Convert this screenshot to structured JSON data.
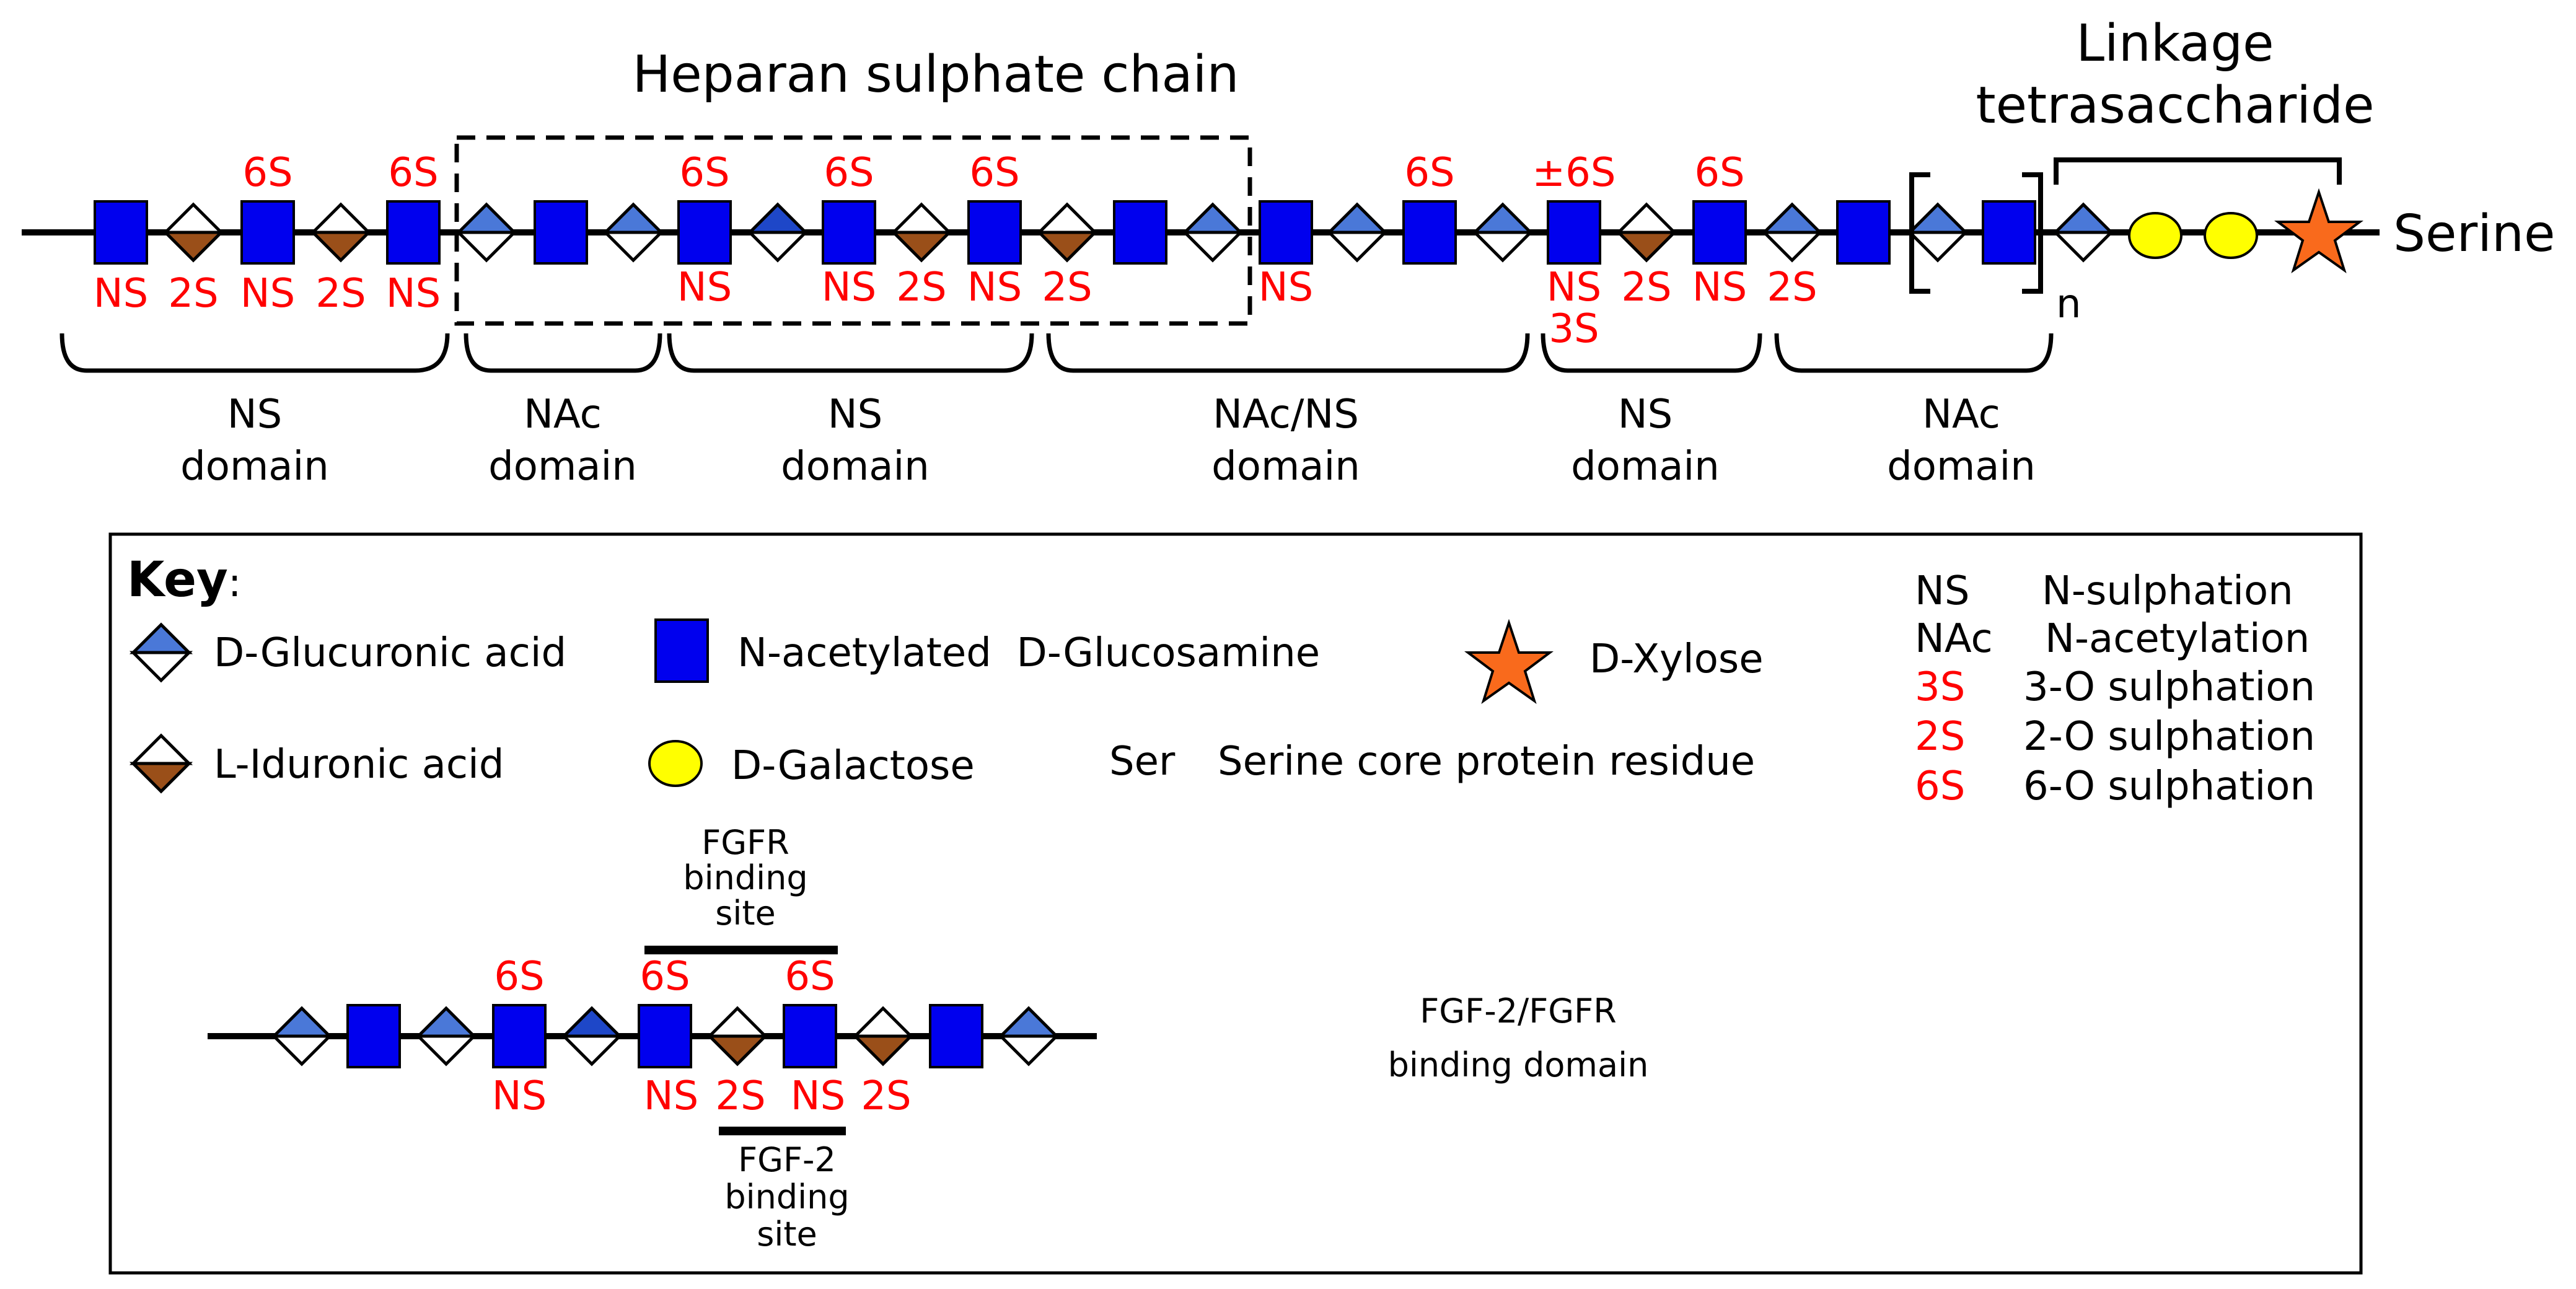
{
  "chain": {
    "title": "Heparan sulphate chain",
    "linkage_line1": "Linkage",
    "linkage_line2": "tetrasaccharide",
    "serine": "Serine",
    "repeat_n": "n"
  },
  "sulph_labels": {
    "s6": "6S",
    "pm6s": "±6S",
    "ns": "NS",
    "s2": "2S",
    "s3": "3S"
  },
  "domains": [
    {
      "line1": "NS",
      "line2": "domain"
    },
    {
      "line1": "NAc",
      "line2": "domain"
    },
    {
      "line1": "NS",
      "line2": "domain"
    },
    {
      "line1": "NAc/NS",
      "line2": "domain"
    },
    {
      "line1": "NS",
      "line2": "domain"
    },
    {
      "line1": "NAc",
      "line2": "domain"
    }
  ],
  "key": {
    "header": "Key",
    "colon": ":",
    "glucuronic": "D-Glucuronic acid",
    "iduronic": "L-Iduronic acid",
    "glucosamine": "N-acetylated  D-Glucosamine",
    "galactose": "D-Galactose",
    "xylose": "D-Xylose",
    "ser_abbr": "Ser",
    "ser_desc": "Serine core protein residue",
    "abbreviations": [
      {
        "abbr": "NS",
        "desc": "N-sulphation",
        "color": "#000000"
      },
      {
        "abbr": "NAc",
        "desc": "N-acetylation",
        "color": "#000000"
      },
      {
        "abbr": "3S",
        "desc": "3-O sulphation",
        "color": "#ff0000"
      },
      {
        "abbr": "2S",
        "desc": "2-O sulphation",
        "color": "#ff0000"
      },
      {
        "abbr": "6S",
        "desc": "6-O sulphation",
        "color": "#ff0000"
      }
    ]
  },
  "binding": {
    "fgfr_line1": "FGFR",
    "fgfr_line2": "binding",
    "fgfr_line3": "site",
    "fgf2_line1": "FGF-2",
    "fgf2_line2": "binding",
    "fgf2_line3": "site",
    "domain_line1": "FGF-2/FGFR",
    "domain_line2": "binding domain"
  },
  "colors": {
    "glucuronic_blue": "#4a78d8",
    "glucosamine_blue": "#0000ee",
    "iduronic_brown": "#9a4f19",
    "galactose_yellow": "#ffff00",
    "xylose_orange": "#f96a1c",
    "sulphation_red": "#ff0000"
  }
}
